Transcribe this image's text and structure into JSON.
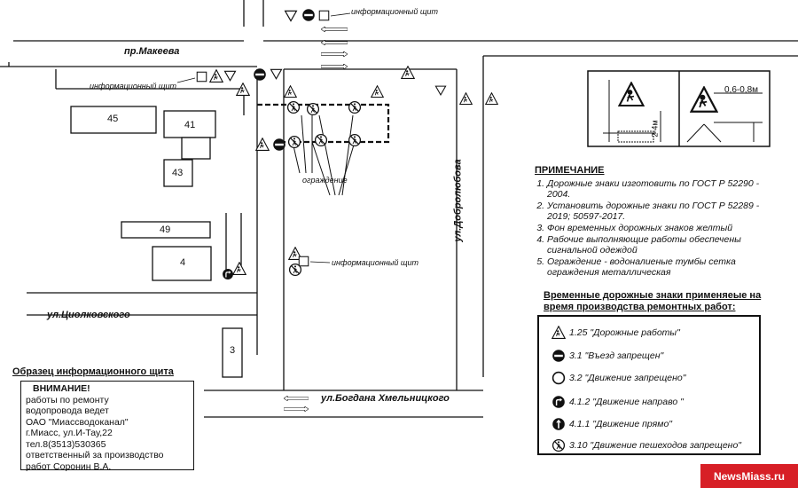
{
  "streets": {
    "makeeva": "пр.Макеева",
    "dobrolyubova": "ул.Добролюбова",
    "tsiolkovskogo": "ул.Циолковского",
    "khmelnitskogo": "ул.Богдана Хмельницкого"
  },
  "buildings": [
    "45",
    "41",
    "43",
    "49",
    "4",
    "3"
  ],
  "labels": {
    "info_board": "информационный щит",
    "fence": "ограждение"
  },
  "examples": {
    "depth": "0,6-0,8м",
    "height": "2-4м"
  },
  "notes": {
    "title": "ПРИМЕЧАНИЕ",
    "items": [
      "Дорожные знаки изготовить по ГОСТ Р 52290 - 2004.",
      "Установить дорожные знаки по ГОСТ Р 52289 - 2019; 50597-2017.",
      "Фон временных дорожных знаков желтый",
      "Рабочие выполняющие работы обеспечены сигнальной одеждой",
      "Ограждение - водоналиеные тумбы сетка ограждения металлическая"
    ]
  },
  "signs_title": "Временные дорожные знаки применяеые на время производства ремонтных работ:",
  "legend": [
    {
      "icon": "road-works-icon",
      "text": "1.25 \"Дорожные работы\""
    },
    {
      "icon": "no-entry-icon",
      "text": "3.1 \"Въезд запрещен\""
    },
    {
      "icon": "no-traffic-icon",
      "text": "3.2 \"Движение запрещено\""
    },
    {
      "icon": "turn-right-icon",
      "text": "4.1.2 \"Движение направо \""
    },
    {
      "icon": "straight-icon",
      "text": "4.1.1 \"Движение прямо\""
    },
    {
      "icon": "no-pedestrians-icon",
      "text": "3.10 \"Движение пешеходов запрещено\""
    }
  ],
  "info_sample": {
    "title": "Образец информационного щита",
    "lines": [
      "ВНИМАНИЕ!",
      "работы по ремонту",
      "водопровода ведет",
      "ОАО \"Миассводоканал\"",
      "г.Миасс, ул.И-Тау,22",
      "тел.8(3513)530365",
      "ответственный за производство",
      "работ Соронин В.А."
    ]
  },
  "brand": "NewsMiass.ru"
}
